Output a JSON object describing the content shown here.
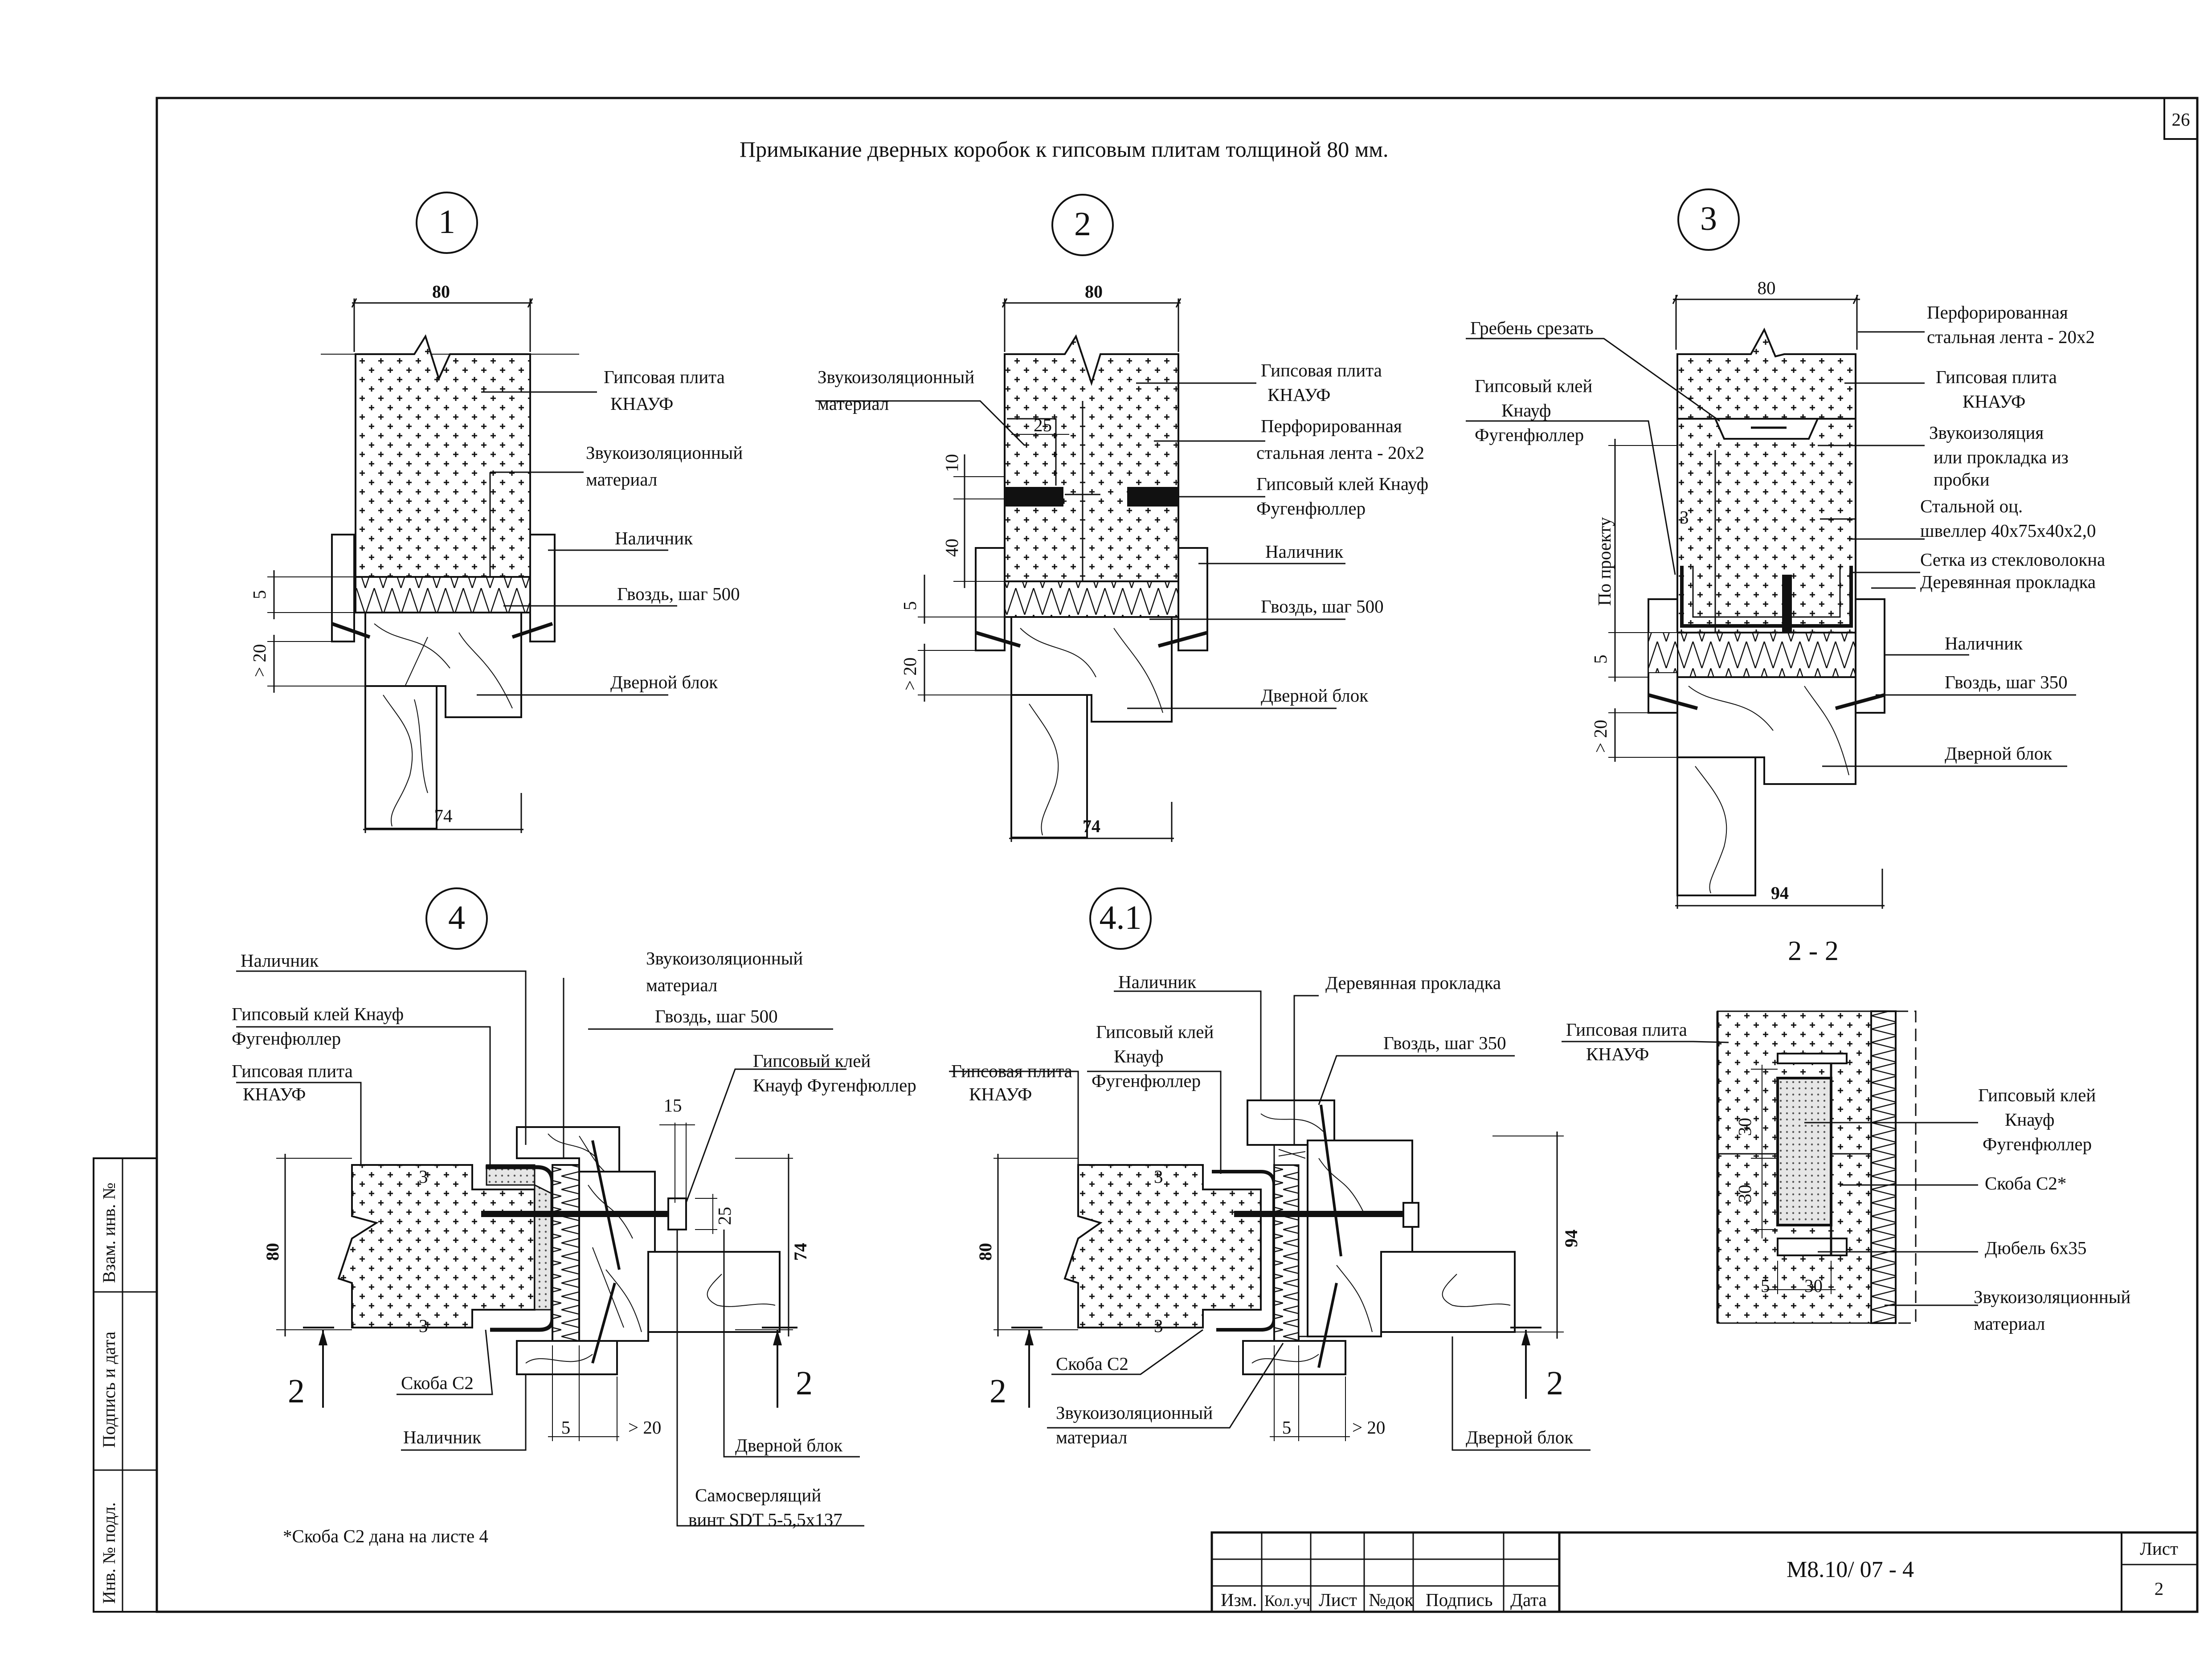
{
  "sheet": {
    "corner_number": "26",
    "title": "Примыкание дверных коробок к гипсовым плитам толщиной 80 мм.",
    "footnote": "*Скоба С2 дана на листе 4"
  },
  "side_stamp": {
    "vzam": "Взам. инв. №",
    "podpis": "Подпись и дата",
    "inv": "Инв. № подл."
  },
  "title_block": {
    "columns": [
      "Изм.",
      "Кол.уч",
      "Лист",
      "№док",
      "Подпись",
      "Дата"
    ],
    "code": "М8.10/ 07 - 4",
    "sheet_label": "Лист",
    "sheet_number": "2"
  },
  "details": {
    "d1": {
      "number": "1",
      "dim_top": "80",
      "dim_bottom": "74",
      "dim_5": "5",
      "dim_20": "> 20",
      "labels": [
        "Гипсовая плита",
        "КНАУФ",
        "Звукоизоляционный",
        "материал",
        "Наличник",
        "Гвоздь, шаг 500",
        "Дверной блок"
      ]
    },
    "d2": {
      "number": "2",
      "dim_top": "80",
      "dim_bottom": "74",
      "dim_25": "25",
      "dim_10": "10",
      "dim_40": "40",
      "dim_5": "5",
      "dim_20": "> 20",
      "labels": [
        "Звукоизоляционный",
        "материал",
        "Гипсовая плита",
        "КНАУФ",
        "Перфорированная",
        "стальная лента - 20х2",
        "Гипсовый клей Кнауф",
        "Фугенфюллер",
        "Наличник",
        "Гвоздь, шаг 500",
        "Дверной блок"
      ]
    },
    "d3": {
      "number": "3",
      "dim_top": "80",
      "dim_bottom": "94",
      "dim_3": "3",
      "dim_5": "5",
      "dim_20": "> 20",
      "side_dim": "По проекту",
      "labels": [
        "Гребень срезать",
        "Гипсовый клей",
        "Кнауф",
        "Фугенфюллер",
        "Перфорированная",
        "стальная лента - 20х2",
        "Гипсовая плита",
        "КНАУФ",
        "Звукоизоляция",
        "или прокладка из",
        "пробки",
        "Стальной оц.",
        "швеллер 40х75х40х2,0",
        "Сетка из стекловолокна",
        "Деревянная прокладка",
        "Наличник",
        "Гвоздь, шаг 350",
        "Дверной блок"
      ]
    },
    "d4": {
      "number": "4",
      "dim_80": "80",
      "dim_74": "74",
      "dim_15": "15",
      "dim_25": "25",
      "dim_3a": "3",
      "dim_3b": "3",
      "dim_5": "5",
      "dim_20": "> 20",
      "section_mark": "2",
      "labels": [
        "Наличник",
        "Звукоизоляционный",
        "материал",
        "Гипсовый клей Кнауф",
        "Фугенфюллер",
        "Гвоздь, шаг 500",
        "Гипсовая плита",
        "КНАУФ",
        "Гипсовый клей",
        "Кнауф Фугенфюллер",
        "Скоба С2",
        "Наличник",
        "Дверной блок",
        "Самосверлящий",
        "винт SDT 5-5,5х137"
      ]
    },
    "d41": {
      "number": "4.1",
      "dim_80": "80",
      "dim_94": "94",
      "dim_3a": "3",
      "dim_3b": "3",
      "dim_5": "5",
      "dim_20": "> 20",
      "section_mark": "2",
      "labels": [
        "Наличник",
        "Деревянная прокладка",
        "Гипсовый клей",
        "Кнауф",
        "Фугенфюллер",
        "Гвоздь, шаг 350",
        "Гипсовая плита",
        "КНАУФ",
        "Скоба С2",
        "Звукоизоляционный",
        "материал",
        "Дверной блок"
      ]
    },
    "s22": {
      "title": "2 - 2",
      "dim_30a": "30",
      "dim_30b": "30",
      "dim_5": "5",
      "dim_30c": "30",
      "labels": [
        "Гипсовая плита",
        "КНАУФ",
        "Гипсовый клей",
        "Кнауф",
        "Фугенфюллер",
        "Скоба С2*",
        "Дюбель 6х35",
        "Звукоизоляционный",
        "материал"
      ]
    }
  }
}
